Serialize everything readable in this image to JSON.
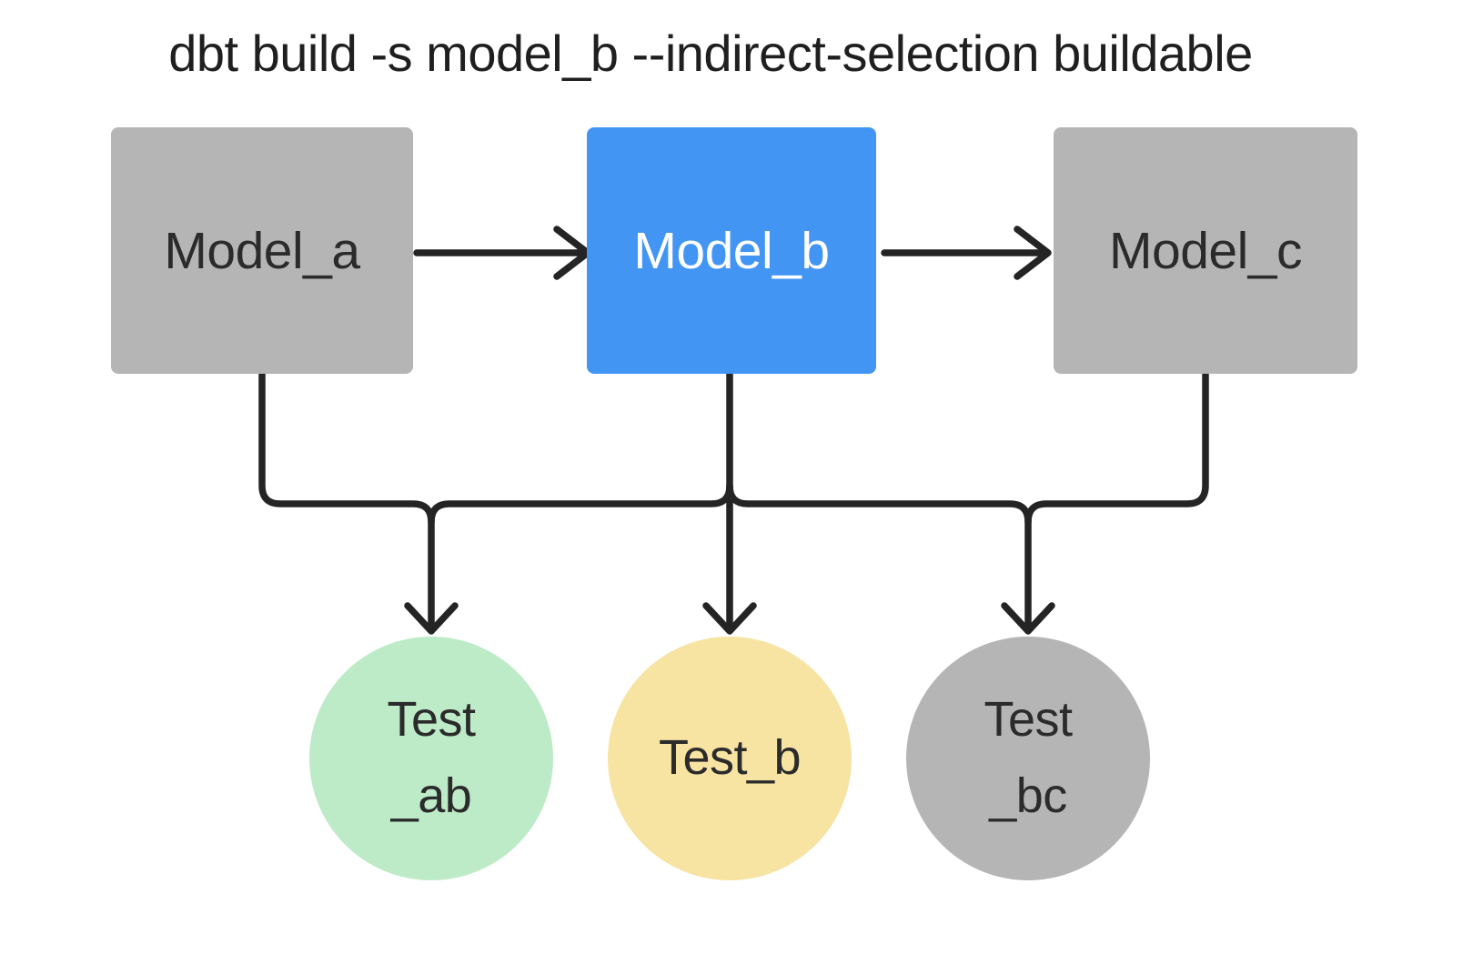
{
  "title": "dbt build -s model_b --indirect-selection buildable",
  "models": [
    {
      "label": "Model_a",
      "variant": "gray"
    },
    {
      "label": "Model_b",
      "variant": "blue",
      "selected": true
    },
    {
      "label": "Model_c",
      "variant": "gray"
    }
  ],
  "tests": [
    {
      "line1": "Test",
      "line2": "_ab",
      "variant": "green"
    },
    {
      "line1": "Test_b",
      "line2": "",
      "variant": "yellow"
    },
    {
      "line1": "Test",
      "line2": "_bc",
      "variant": "gray"
    }
  ],
  "edges": {
    "model_arrows": [
      {
        "from": "Model_a",
        "to": "Model_b"
      },
      {
        "from": "Model_b",
        "to": "Model_c"
      }
    ],
    "bus": {
      "sources": [
        "Model_a",
        "Model_b",
        "Model_c"
      ],
      "targets": [
        "Test_ab",
        "Test_b",
        "Test_bc"
      ]
    }
  },
  "colors": {
    "background": "#ffffff",
    "stroke": "#242424",
    "node_gray": "#b5b5b5",
    "node_blue": "#4295f2",
    "test_green": "#bdebc8",
    "test_yellow": "#f7e3a2",
    "text_dark": "#2b2b2b",
    "text_light": "#ffffff",
    "title_text": "#1f1f1f"
  }
}
